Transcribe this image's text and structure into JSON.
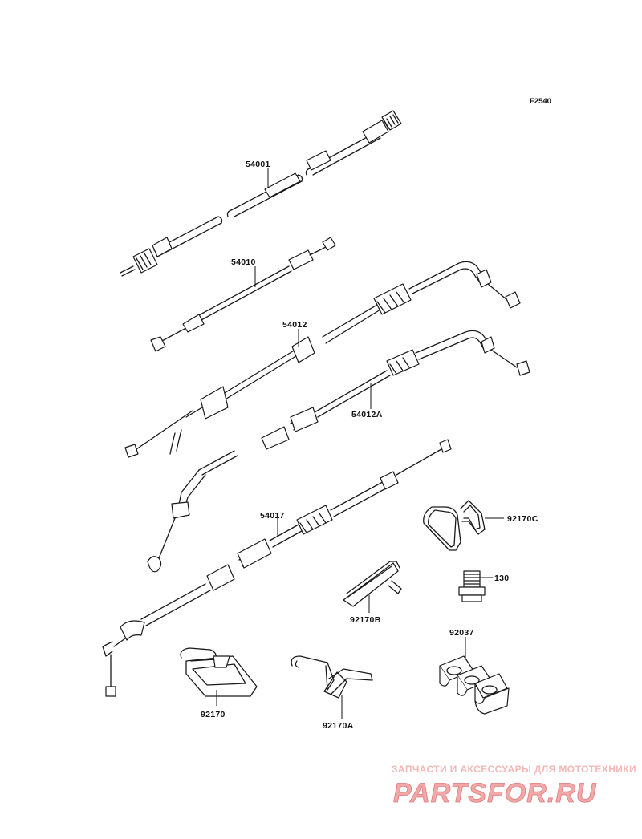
{
  "diagram": {
    "figure_code": "F2540",
    "parts": [
      {
        "id": "54001",
        "label": "54001"
      },
      {
        "id": "54010",
        "label": "54010"
      },
      {
        "id": "54012",
        "label": "54012"
      },
      {
        "id": "54012A",
        "label": "54012A"
      },
      {
        "id": "54017",
        "label": "54017"
      },
      {
        "id": "92170C",
        "label": "92170C"
      },
      {
        "id": "130",
        "label": "130"
      },
      {
        "id": "92170B",
        "label": "92170B"
      },
      {
        "id": "92037",
        "label": "92037"
      },
      {
        "id": "92170",
        "label": "92170"
      },
      {
        "id": "92170A",
        "label": "92170A"
      }
    ]
  },
  "watermark": {
    "tagline": "ЗАПЧАСТИ И АКСЕССУАРЫ ДЛЯ МОТОТЕХНИКИ",
    "logo_text": "PARTSFOR.RU",
    "colors": {
      "tagline": "#f2b8b8",
      "logo": "#f0a8a8"
    }
  }
}
